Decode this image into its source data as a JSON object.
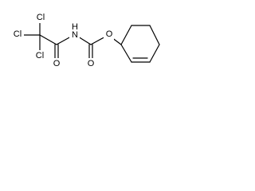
{
  "molecule": {
    "atoms": {
      "cl_top": "Cl",
      "cl_left": "Cl",
      "cl_bottom": "Cl",
      "nh": "N",
      "h_on_n": "H",
      "o_amide": "O",
      "o_carbamate": "O",
      "o_ester": "O"
    }
  }
}
